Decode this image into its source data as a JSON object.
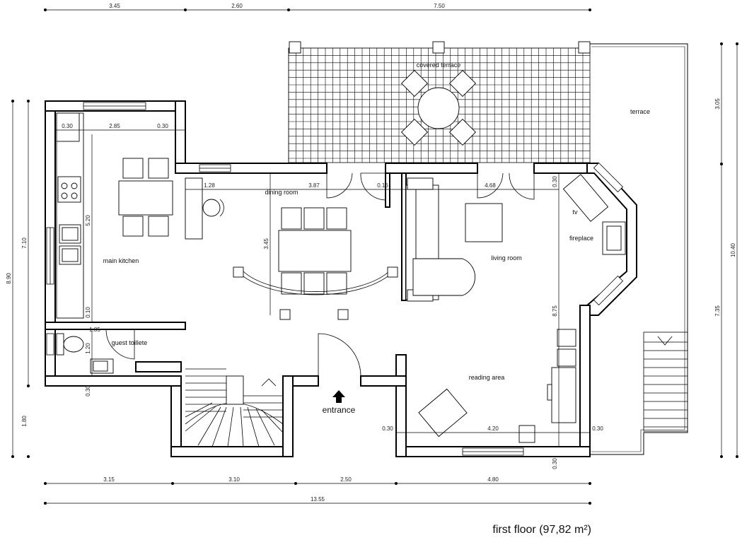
{
  "title": "first floor (97,82 m²)",
  "entrance_label": "entrance",
  "rooms": {
    "covered_terrace": "covered terrace",
    "terrace": "terrace",
    "dining_room": "dining room",
    "main_kitchen": "main kitchen",
    "living_room": "living room",
    "tv": "tv",
    "fireplace": "fireplace",
    "guest_toilet": "guest toillete",
    "reading_area": "reading area"
  },
  "dimensions": {
    "top_1": "3.45",
    "top_2": "2.60",
    "top_3": "7.50",
    "bottom_1": "3.15",
    "bottom_2": "3.10",
    "bottom_3": "2.50",
    "bottom_4": "4.80",
    "overall": "13.55",
    "left_outer": "8.90",
    "left_inner_top": "7.10",
    "left_inner_bottom": "1.80",
    "right_top": "3.05",
    "right_total": "10.40",
    "right_bottom": "7.35",
    "kitchen_w1": "0.30",
    "kitchen_w2": "2.85",
    "kitchen_w3": "0.30",
    "kitchen_h": "5.20",
    "kitchen_gap": "0.10",
    "toilet_w": "1.85",
    "toilet_h": "1.20",
    "toilet_wall": "0.30",
    "dining_a": "1.28",
    "dining_b": "3.87",
    "dining_c": "0.16",
    "dining_h": "3.45",
    "living_w": "4.68",
    "living_wall": "0.30",
    "living_h": "8.75",
    "reading_w": "4.20",
    "reading_l": "0.30",
    "reading_r": "0.30",
    "reading_b": "0.30"
  }
}
